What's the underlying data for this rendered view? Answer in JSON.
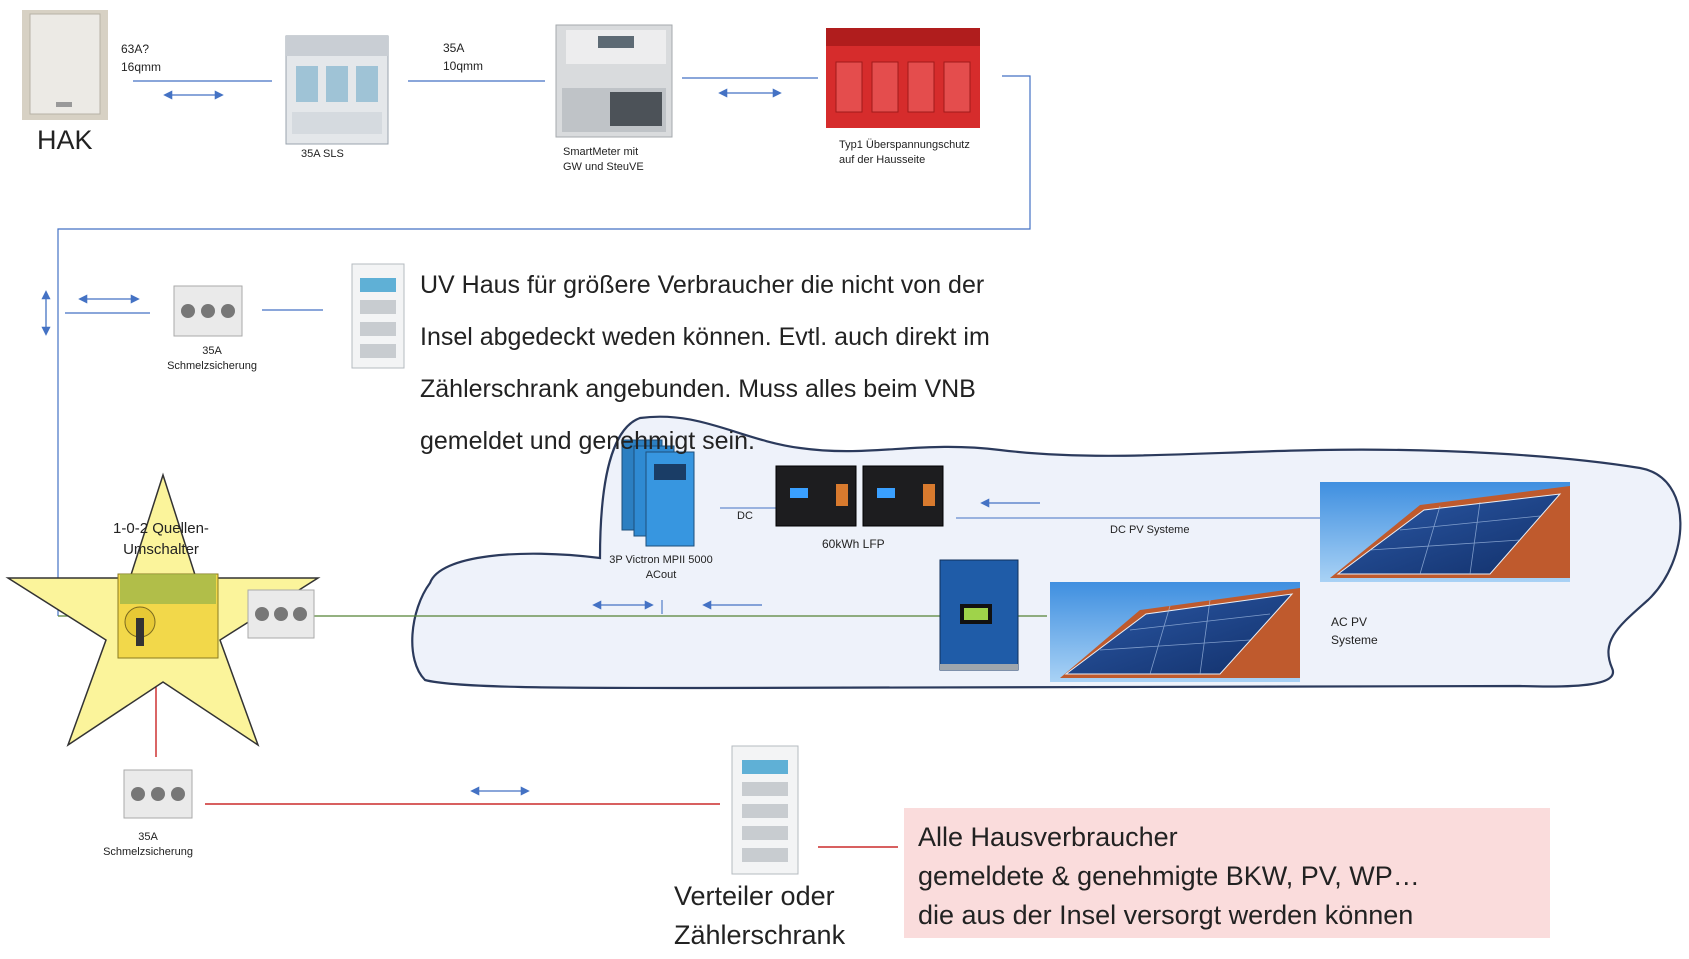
{
  "labels": {
    "hak": "HAK",
    "cable1": "63A?\n16qmm",
    "cable2": "35A\n10qmm",
    "sls": "35A SLS",
    "smartmeter": "SmartMeter mit\nGW und SteuVE",
    "surge": "Typ1 Überspannungschutz\nauf der Hausseite",
    "fuse_top": "35A\nSchmelzsicherung",
    "fuse_bottom": "35A\nSchmelzsicherung",
    "switch": "1-0-2 Quellen-\nUmschalter",
    "dc": "DC",
    "victron": "3P Victron MPII 5000\nACout",
    "battery": "60kWh LFP",
    "dc_pv": "DC PV Systeme",
    "ac_pv": "AC PV\nSysteme",
    "distributor": "Verteiler oder\nZählerschrank"
  },
  "uv_text": [
    "UV Haus für größere Verbraucher die nicht von der",
    "Insel abgedeckt weden können. Evtl. auch direkt im",
    "Zählerschrank angebunden. Muss alles beim VNB",
    "gemeldet und genehmigt sein."
  ],
  "note_box": [
    "Alle Hausverbraucher",
    "gemeldete & genehmigte BKW, PV,  WP…",
    "die aus der Insel versorgt werden können"
  ],
  "colors": {
    "blue_line": "#4472c4",
    "red_line": "#c00000",
    "green_line": "#548235",
    "island_fill": "#eef2fa",
    "star_fill": "#fbf49b",
    "note_fill": "#fadcdc"
  }
}
